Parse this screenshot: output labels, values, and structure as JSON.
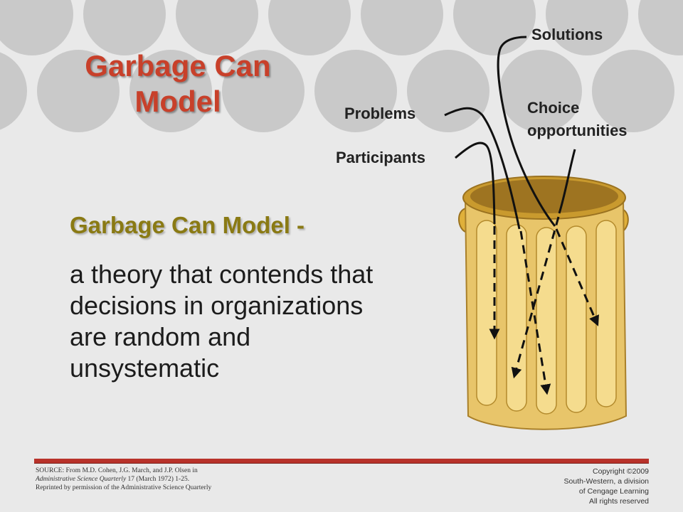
{
  "slide": {
    "title_line1": "Garbage Can",
    "title_line2": "Model",
    "term": "Garbage Can Model -",
    "definition": "a theory that contends that decisions in organizations are random and unsystematic"
  },
  "diagram": {
    "labels": {
      "solutions": "Solutions",
      "problems": "Problems",
      "choice_line1": "Choice",
      "choice_line2": "opportunities",
      "participants": "Participants"
    }
  },
  "footer": {
    "source_prefix": "SOURCE: From M.D. Cohen, J.G. March, and J.P. Olsen in",
    "source_journal": "Administrative Science Quarterly",
    "source_issue": " 17 (March 1972) 1-25.",
    "source_permission": "Reprinted by permission of the Administrative Science Quarterly",
    "copyright_lines": [
      "Copyright ©2009",
      "South-Western, a division",
      "of Cengage Learning",
      "All rights reserved"
    ]
  },
  "colors": {
    "background": "#e9e9e9",
    "circles": "#c9c9c9",
    "title": "#c8402a",
    "term": "#8a7a14",
    "can_body": "#e8c56a",
    "can_rim": "#c99a2e",
    "rule": "#b8322a"
  }
}
